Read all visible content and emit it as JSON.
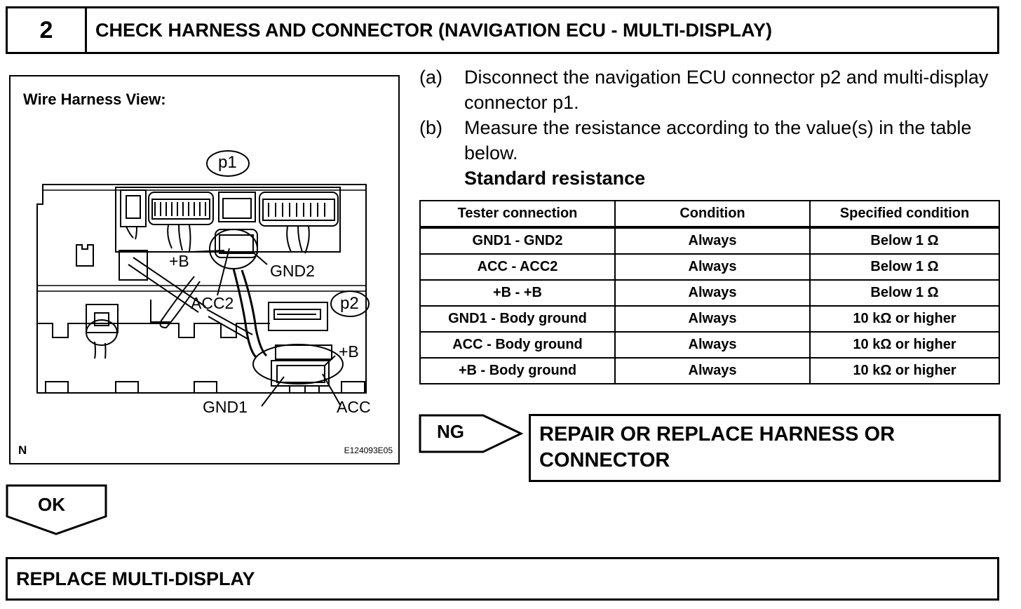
{
  "header": {
    "step_number": "2",
    "title": "CHECK HARNESS AND CONNECTOR (NAVIGATION ECU - MULTI-DISPLAY)"
  },
  "figure": {
    "title": "Wire Harness View:",
    "orientation_mark": "N",
    "code": "E124093E05",
    "labels": {
      "p1": "p1",
      "p2": "p2",
      "plus_b_upper": "+B",
      "gnd2": "GND2",
      "acc2": "ACC2",
      "plus_b_lower": "+B",
      "gnd1": "GND1",
      "acc": "ACC"
    }
  },
  "steps": [
    {
      "letter": "(a)",
      "text": "Disconnect the navigation ECU connector p2 and multi-display connector p1."
    },
    {
      "letter": "(b)",
      "text": "Measure the resistance according to the value(s) in the table below."
    }
  ],
  "standard_heading": "Standard resistance",
  "table": {
    "headers": [
      "Tester connection",
      "Condition",
      "Specified condition"
    ],
    "rows": [
      [
        "GND1 - GND2",
        "Always",
        "Below 1 Ω"
      ],
      [
        "ACC - ACC2",
        "Always",
        "Below 1 Ω"
      ],
      [
        "+B - +B",
        "Always",
        "Below 1 Ω"
      ],
      [
        "GND1 - Body ground",
        "Always",
        "10 kΩ or higher"
      ],
      [
        "ACC - Body ground",
        "Always",
        "10 kΩ or higher"
      ],
      [
        "+B - Body ground",
        "Always",
        "10 kΩ or higher"
      ]
    ]
  },
  "ng": {
    "label": "NG",
    "result": "REPAIR OR REPLACE HARNESS OR CONNECTOR"
  },
  "ok": {
    "label": "OK"
  },
  "final_action": "REPLACE MULTI-DISPLAY"
}
